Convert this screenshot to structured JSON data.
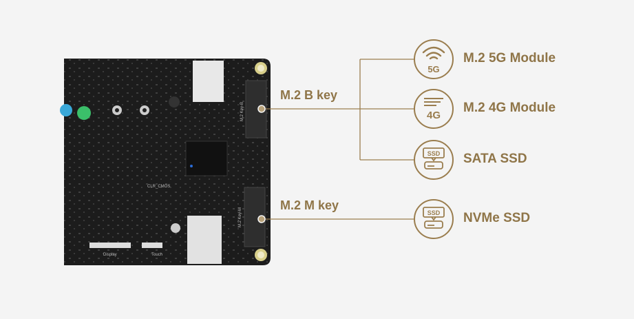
{
  "board": {
    "silkscreen": {
      "display": "Display",
      "touch": "Touch",
      "clr_cmos": "CLR_CMOS",
      "mkey": "M.2 Key-M",
      "bkey": "M.2 Key-B"
    }
  },
  "connectors": [
    {
      "label": "M.2 B key"
    },
    {
      "label": "M.2 M key"
    }
  ],
  "modules": [
    {
      "label": "M.2 5G Module",
      "icon": "5g-icon",
      "badge": "5G"
    },
    {
      "label": "M.2 4G Module",
      "icon": "4g-icon",
      "badge": "4G"
    },
    {
      "label": "SATA SSD",
      "icon": "ssd-icon",
      "badge": "SSD"
    },
    {
      "label": "NVMe SSD",
      "icon": "ssd-icon",
      "badge": "SSD"
    }
  ],
  "colors": {
    "accent": "#9a7d4e",
    "background": "#f4f4f4",
    "board": "#1c1c1c"
  }
}
